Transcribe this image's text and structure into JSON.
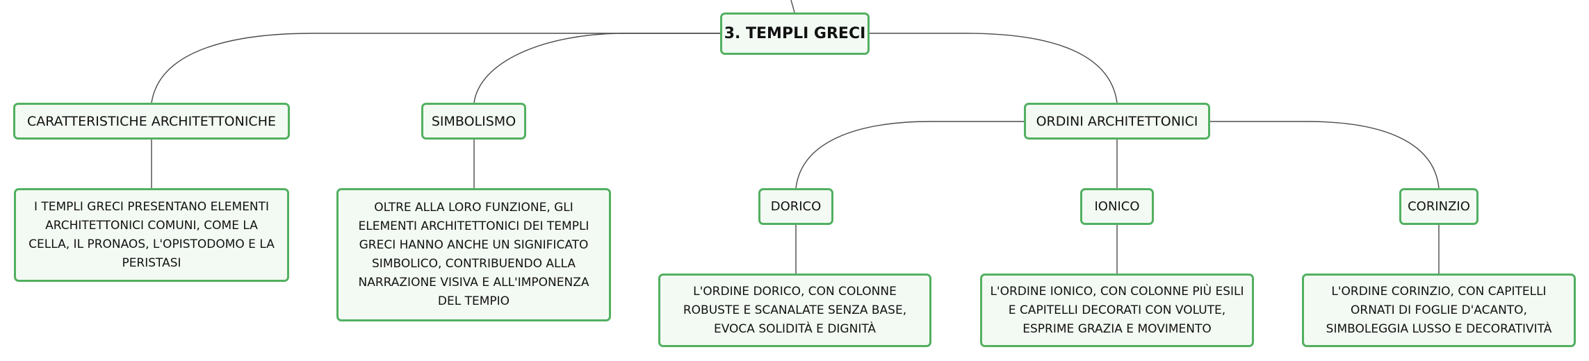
{
  "root": {
    "label": "3. TEMPLI GRECI"
  },
  "topics": {
    "caratteristiche": {
      "label": "CARATTERISTICHE ARCHITETTONICHE",
      "description": "I TEMPLI GRECI PRESENTANO ELEMENTI ARCHITETTONICI COMUNI, COME LA CELLA, IL PRONAOS, L'OPISTODOMO E LA PERISTASI"
    },
    "simbolismo": {
      "label": "SIMBOLISMO",
      "description": "OLTRE ALLA LORO FUNZIONE, GLI ELEMENTI ARCHITETTONICI DEI TEMPLI GRECI HANNO ANCHE UN SIGNIFICATO SIMBOLICO, CONTRIBUENDO ALLA NARRAZIONE VISIVA E ALL'IMPONENZA DEL TEMPIO"
    },
    "ordini": {
      "label": "ORDINI ARCHITETTONICI",
      "dorico": {
        "label": "DORICO",
        "description": "L'ORDINE DORICO, CON COLONNE ROBUSTE E SCANALATE SENZA BASE, EVOCA SOLIDITÀ E DIGNITÀ"
      },
      "ionico": {
        "label": "IONICO",
        "description": "L'ORDINE IONICO, CON COLONNE PIÙ ESILI E CAPITELLI DECORATI CON VOLUTE, ESPRIME GRAZIA E MOVIMENTO"
      },
      "corinzio": {
        "label": "CORINZIO",
        "description": "L'ORDINE CORINZIO, CON CAPITELLI ORNATI DI FOGLIE D'ACANTO, SIMBOLEGGIA LUSSO E DECORATIVITÀ"
      }
    }
  },
  "colors": {
    "node_border": "#52b060",
    "node_fill": "#f3faf3",
    "connector": "#4a4a4a"
  }
}
